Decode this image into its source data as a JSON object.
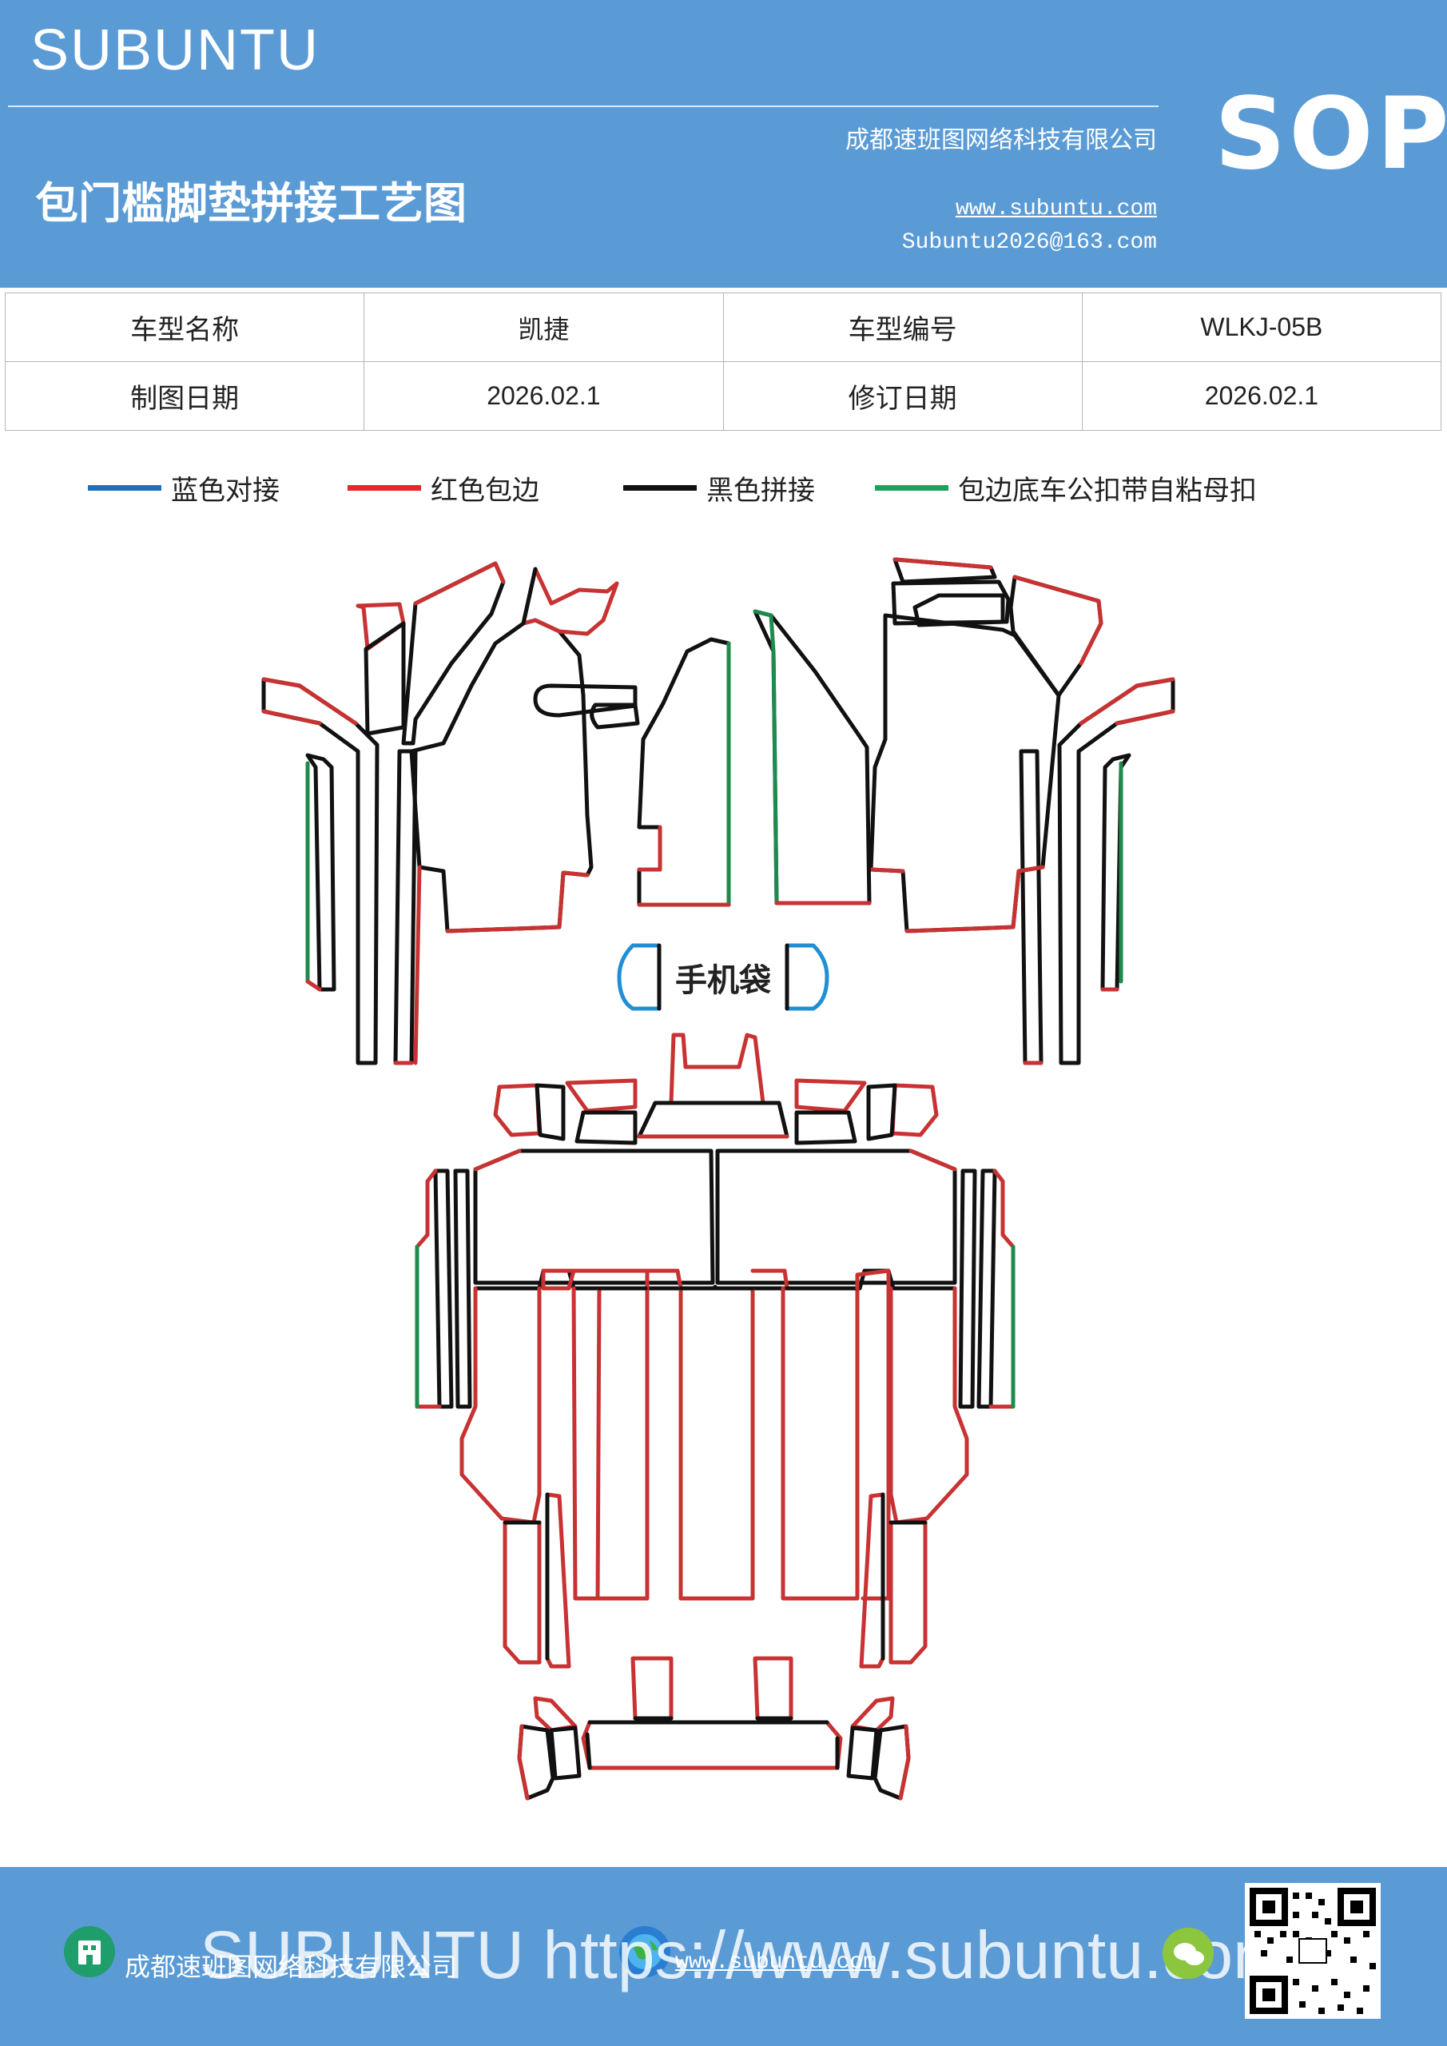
{
  "header": {
    "brand": "SUBUNTU",
    "title": "包门槛脚垫拼接工艺图",
    "company": "成都速班图网络科技有限公司",
    "website": "www.subuntu.com",
    "email": "Subuntu2026@163.com",
    "badge": "SOP"
  },
  "info": {
    "rows": [
      [
        "车型名称",
        "凯捷",
        "车型编号",
        "WLKJ-05B"
      ],
      [
        "制图日期",
        "2026.02.1",
        "修订日期",
        "2026.02.1"
      ]
    ]
  },
  "legend": [
    {
      "label": "蓝色对接",
      "color": "#1f6fbf"
    },
    {
      "label": "红色包边",
      "color": "#e8252a"
    },
    {
      "label": "黑色拼接",
      "color": "#111111"
    },
    {
      "label": "包边底车公扣带自粘母扣",
      "color": "#19a35a"
    }
  ],
  "diagram": {
    "pocket_label": "手机袋",
    "colors": {
      "blue": "#1f8fd6",
      "red": "#c83232",
      "black": "#111111",
      "green": "#1d8a4e"
    }
  },
  "footer": {
    "company": "成都速班图网络科技有限公司",
    "website": "www.subuntu.com",
    "watermark": "SUBUNTU https://www.subuntu.com"
  }
}
